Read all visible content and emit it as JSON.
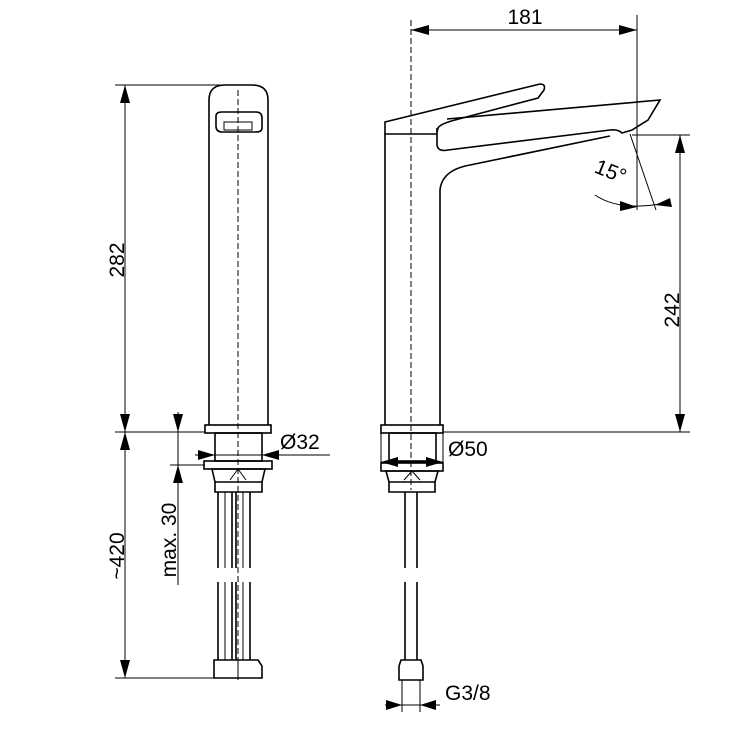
{
  "drawing": {
    "dimensions": {
      "height_total": "282",
      "hose_length": "~420",
      "max_thickness": "max. 30",
      "base_diameter_front": "Ø32",
      "spout_reach": "181",
      "spout_angle": "15°",
      "spout_height": "242",
      "base_diameter_side": "Ø50",
      "thread": "G3/8"
    }
  }
}
